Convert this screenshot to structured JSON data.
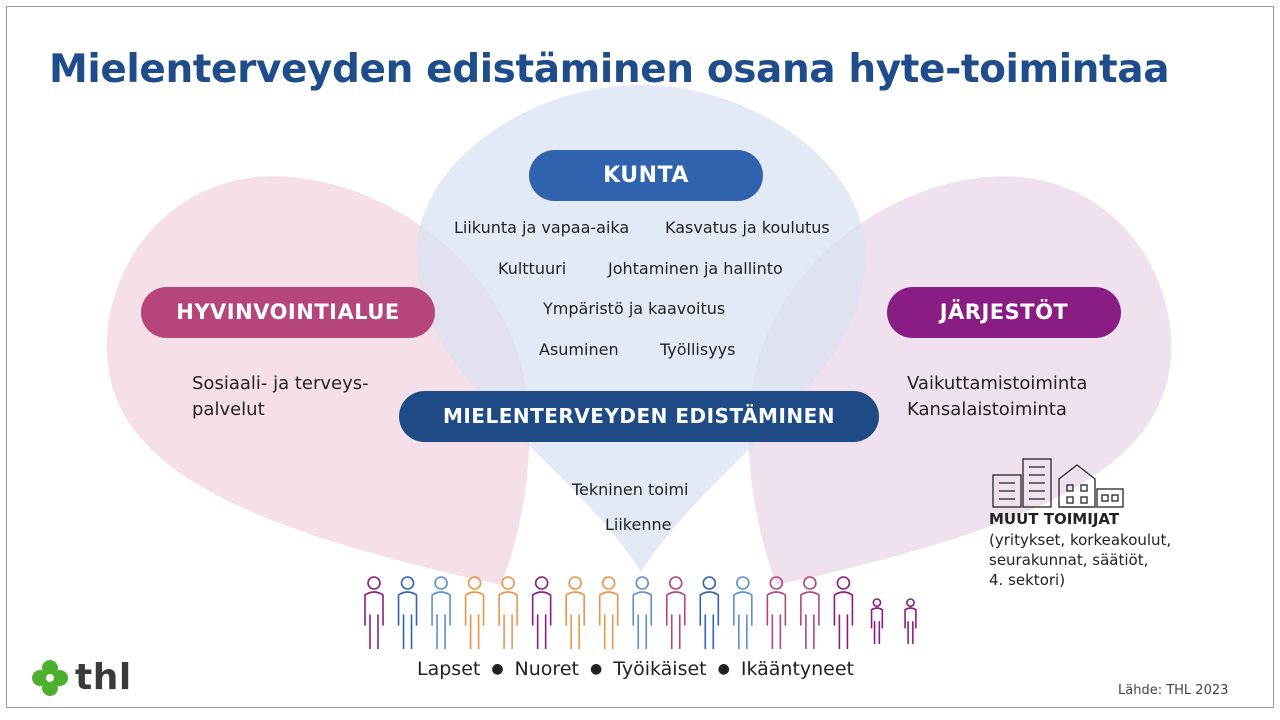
{
  "title": "Mielenterveyden edistäminen osana hyte-toimintaa",
  "kunta": {
    "label": "KUNTA",
    "items": [
      "Liikunta ja vapaa-aika",
      "Kasvatus ja koulutus",
      "Kulttuuri",
      "Johtaminen ja hallinto",
      "Ympäristö ja kaavoitus",
      "Asuminen",
      "Työllisyys"
    ],
    "lower_items": [
      "Tekninen toimi",
      "Liikenne"
    ]
  },
  "hyvinvointialue": {
    "label": "HYVINVOINTIALUE",
    "lines": [
      "Sosiaali- ja terveys-",
      "palvelut"
    ]
  },
  "jarjestot": {
    "label": "JÄRJESTÖT",
    "lines": [
      "Vaikuttamistoiminta",
      "Kansalaistoiminta"
    ]
  },
  "center": {
    "label": "MIELENTERVEYDEN EDISTÄMINEN"
  },
  "muut": {
    "title": "MUUT TOIMIJAT",
    "lines": [
      "(yritykset, korkeakoulut,",
      "seurakunnat, säätiöt,",
      "4. sektori)"
    ]
  },
  "groups": [
    "Lapset",
    "Nuoret",
    "Työikäiset",
    "Ikääntyneet"
  ],
  "people_colors": [
    "#8a1d83",
    "#2f63ae",
    "#5b8fd0",
    "#e8954a",
    "#e8954a",
    "#8a1d83",
    "#e8954a",
    "#e8954a",
    "#5b8fd0",
    "#b5457a",
    "#2f63ae",
    "#5b8fd0",
    "#b5457a",
    "#b5457a",
    "#8a1d83",
    "#8a1d83",
    "#8a1d83"
  ],
  "logo": {
    "text": "thl",
    "icon": "thl-clover-icon",
    "color": "#4caf2e"
  },
  "source": "Lähde: THL 2023",
  "colors": {
    "title": "#1f4d8c",
    "kunta": "#2f63ae",
    "hyvinvointialue": "#b5457a",
    "jarjestot": "#8a1d83",
    "center": "#1e4b86",
    "kunta_shape": "#d9e2f1",
    "hyv_shape": "#f2d8e3",
    "jar_shape": "#ecdaea"
  }
}
